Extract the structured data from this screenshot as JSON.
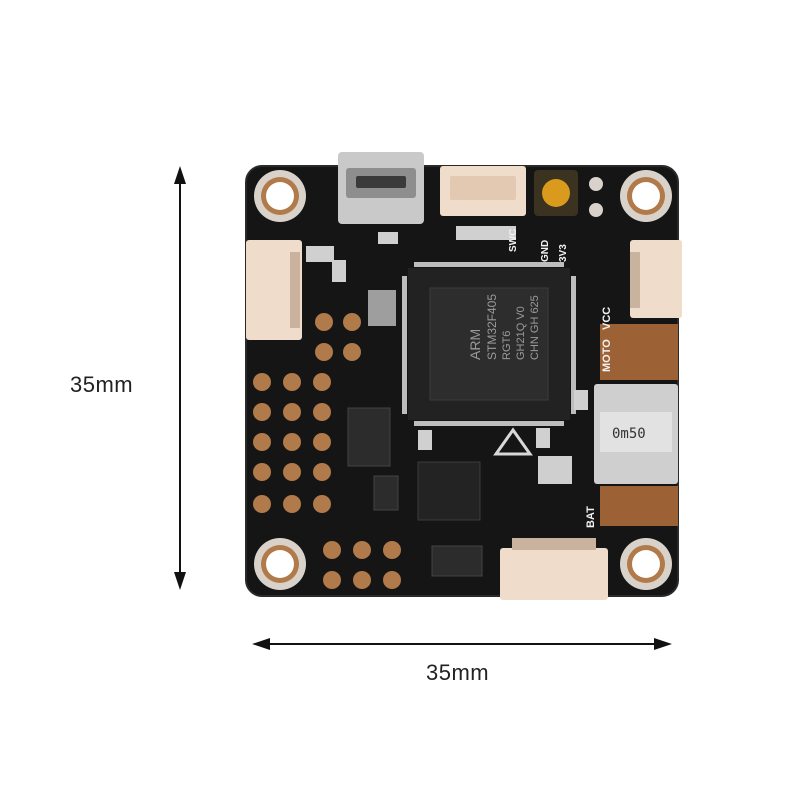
{
  "dimensions": {
    "vertical_label": "35mm",
    "horizontal_label": "35mm"
  },
  "board": {
    "mcu_marking": [
      "ARM",
      "STM32F405",
      "RGT6",
      "GH21Q V0",
      "CHN GH 625"
    ],
    "shunt_marking": "0m50",
    "silkscreen": [
      "SWC",
      "GND",
      "3V3",
      "VCC",
      "MOTO",
      "BAT"
    ],
    "colors": {
      "pcb": "#151515",
      "pad_copper": "#b07a4a",
      "connector": "#f0dccb",
      "usb_metal": "#c9c9c9",
      "led": "#d99a1e"
    }
  }
}
